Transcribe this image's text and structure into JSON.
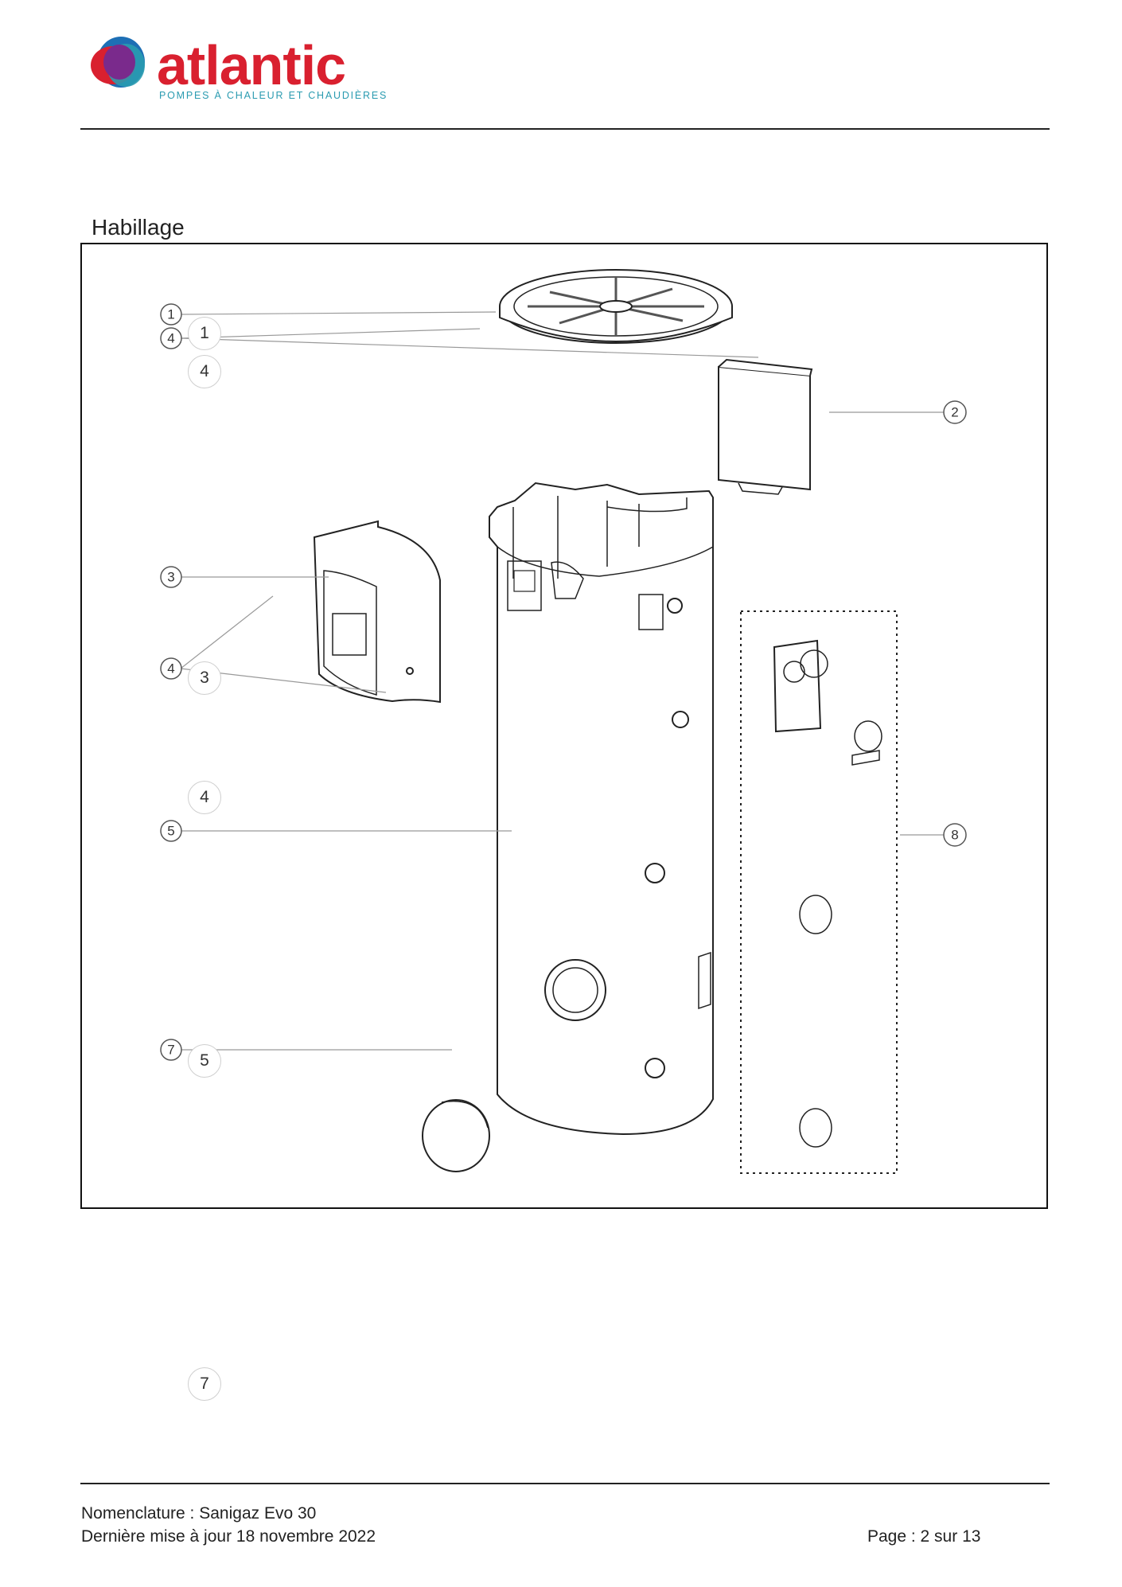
{
  "header": {
    "brand_name": "atlantic",
    "brand_tagline": "POMPES À CHALEUR ET CHAUDIÈRES",
    "colors": {
      "brand_red": "#d9202f",
      "brand_teal": "#2a9bb0",
      "brand_purple": "#7a2a8c",
      "brand_blue": "#1d6fb5"
    }
  },
  "section": {
    "title": "Habillage"
  },
  "diagram": {
    "callouts": {
      "c1": "1",
      "c4a": "4",
      "c2": "2",
      "c3": "3",
      "c4b": "4",
      "c5": "5",
      "c7": "7",
      "c8": "8"
    }
  },
  "position_bubbles": {
    "b1": "1",
    "b4a": "4",
    "b3": "3",
    "b4b": "4",
    "b5": "5",
    "b7": "7"
  },
  "footer": {
    "nomenclature": "Nomenclature : Sanigaz Evo 30",
    "last_update": "Dernière mise à jour 18 novembre 2022",
    "page": "Page : 2 sur 13"
  }
}
